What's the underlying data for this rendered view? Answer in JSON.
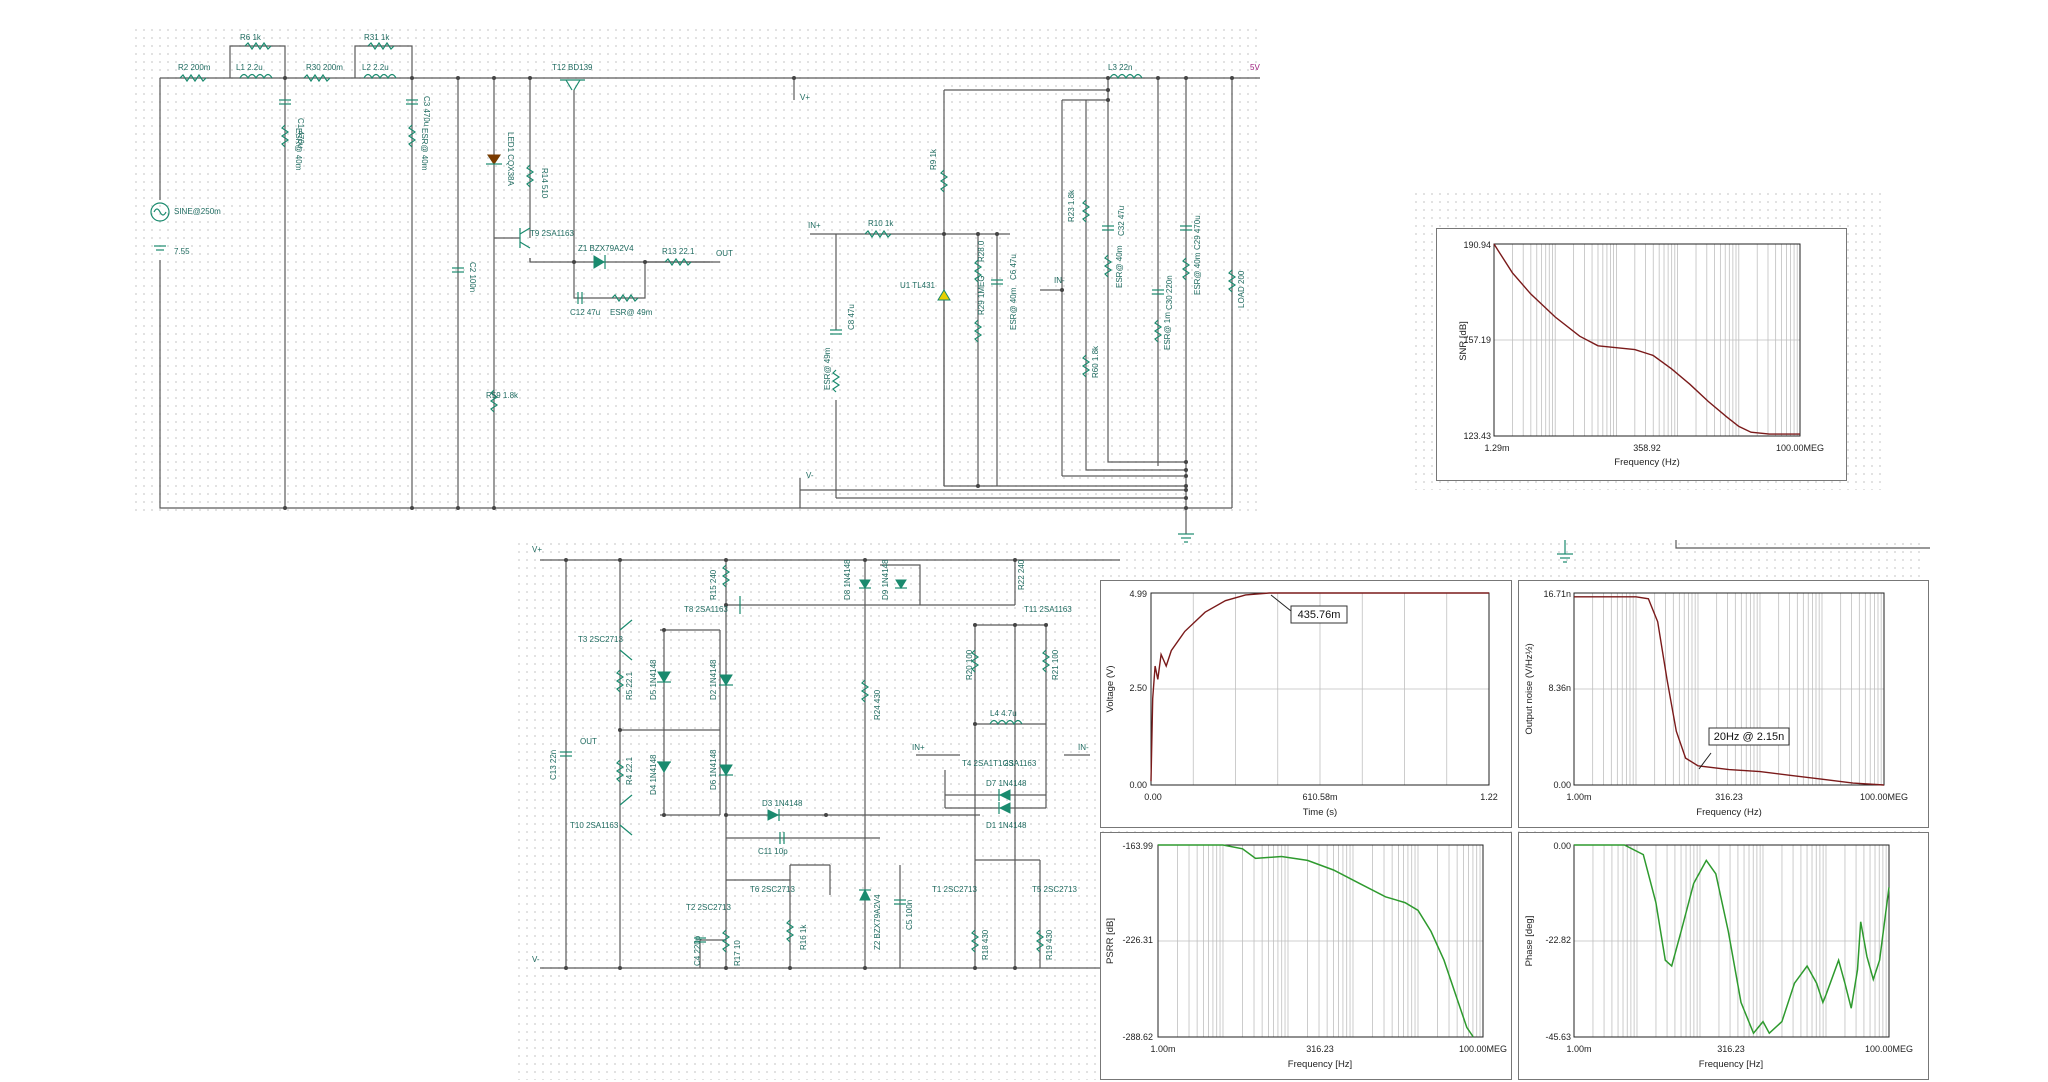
{
  "schematic_top": {
    "labels": {
      "r2": "R2 200m",
      "r6": "R6 1k",
      "l1": "L1 2.2u",
      "r30": "R30 200m",
      "r31": "R31 1k",
      "l2": "L2 2.2u",
      "c1": "C1 470u",
      "esr1": "ESR@ 40m",
      "c3": "C3 470u",
      "esr2": "ESR@ 40m",
      "sine": "SINE@250m",
      "batt": "7.55",
      "c2": "C2 100n",
      "led1": "LED1 CQX38A",
      "r14": "R14 510",
      "t12": "T12 BD139",
      "t9": "T9 2SA1163",
      "z1": "Z1 BZX79A2V4",
      "r13": "R13 22.1",
      "out": "OUT",
      "c12": "C12 47u",
      "esr3": "ESR@ 49m",
      "r59": "R59 1.8k",
      "vplus": "V+",
      "vminus": "V-",
      "inp": "IN+",
      "r10": "R10 1k",
      "r9": "R9 1k",
      "u1": "U1 TL431",
      "r28": "R28 0",
      "r29": "R29 1MEG",
      "esr4": "ESR@ 40m",
      "c6": "C6 47u",
      "c8": "C8 47u",
      "esr5": "ESR@ 49m",
      "inm": "IN-",
      "r23": "R23 1.8k",
      "r60": "R60 1.8k",
      "c32": "C32 47u",
      "esr6": "ESR@ 40m",
      "c30": "C30 220n",
      "esr7": "ESR@ 1m",
      "c29": "C29 470u",
      "esr8": "ESR@ 40m",
      "load": "LOAD 200",
      "l3": "L3 22n",
      "v5": "5V"
    }
  },
  "schematic_bottom": {
    "labels": {
      "vplus": "V+",
      "vminus": "V-",
      "r15": "R15 240",
      "t8": "T8 2SA1163",
      "d8": "D8 1N4148",
      "d9": "D9 1N4148",
      "r22": "R22 240",
      "t11": "T11 2SA1163",
      "t3": "T3 2SC2713",
      "r5": "R5 22.1",
      "d5": "D5 1N4148",
      "d2": "D2 1N4148",
      "c13": "C13 22n",
      "out": "OUT",
      "r4": "R4 22.1",
      "d4": "D4 1N4148",
      "d6": "D6 1N4148",
      "r24": "R24 430",
      "r20": "R20 100",
      "r21": "R21 100",
      "l4": "L4 4.7u",
      "inp": "IN+",
      "inm": "IN-",
      "t4": "T4 2SA1T1G3",
      "t7": "2SA1163",
      "d7": "D7 1N4148",
      "d3": "D3 1N4148",
      "d1": "D1 1N4148",
      "t10": "T10 2SA1163",
      "c11": "C11 10p",
      "t2": "T2 2SC2713",
      "t6": "T6 2SC2713",
      "z2": "Z2 BZX79A2V4",
      "c5": "C5 100n",
      "c4": "C4 220p",
      "r17": "R17 10",
      "r16": "R16 1k",
      "t1": "T1 2SC2713",
      "t5": "T5 2SC2713",
      "r18": "R18 430",
      "r19": "R19 430"
    }
  },
  "charts": {
    "snr": {
      "ylabel": "SNR [dB]",
      "xlabel": "Frequency (Hz)",
      "yticks": [
        "190.94",
        "157.19",
        "123.43"
      ],
      "xticks": [
        "1.29m",
        "358.92",
        "100.00MEG"
      ],
      "color": "#7a1a1a"
    },
    "voltage": {
      "ylabel": "Voltage (V)",
      "xlabel": "Time (s)",
      "yticks": [
        "4.99",
        "2.50",
        "0.00"
      ],
      "xticks": [
        "0.00",
        "610.58m",
        "1.22"
      ],
      "callout": "435.76m",
      "color": "#7a1a1a"
    },
    "noise": {
      "ylabel": "Output noise (V/Hz½)",
      "xlabel": "Frequency (Hz)",
      "yticks": [
        "16.71n",
        "8.36n",
        "0.00"
      ],
      "xticks": [
        "1.00m",
        "316.23",
        "100.00MEG"
      ],
      "callout": "20Hz @ 2.15n",
      "color": "#7a1a1a"
    },
    "psrr": {
      "ylabel": "PSRR [dB]",
      "xlabel": "Frequency [Hz]",
      "yticks": [
        "-163.99",
        "-226.31",
        "-288.62"
      ],
      "xticks": [
        "1.00m",
        "316.23",
        "100.00MEG"
      ],
      "color": "#2e9a2e"
    },
    "phase": {
      "ylabel": "Phase [deg]",
      "xlabel": "Frequency [Hz]",
      "yticks": [
        "0.00",
        "-22.82",
        "-45.63"
      ],
      "xticks": [
        "1.00m",
        "316.23",
        "100.00MEG"
      ],
      "color": "#2e9a2e"
    }
  }
}
